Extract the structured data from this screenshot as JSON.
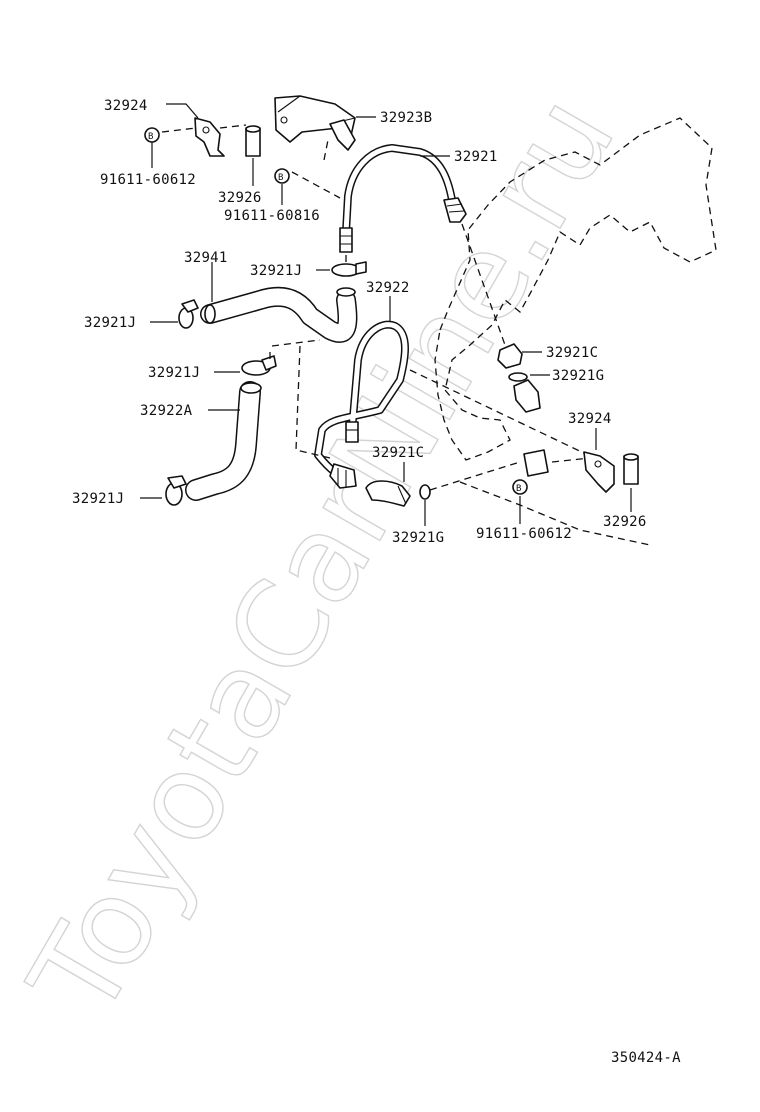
{
  "labels": {
    "p32924_top": "32924",
    "p32923B": "32923B",
    "p91611_60612_top": "91611-60612",
    "p32926_top": "32926",
    "p91611_60816": "91611-60816",
    "p32921": "32921",
    "p32941": "32941",
    "p32921J_a": "32921J",
    "p32921J_b": "32921J",
    "p32922": "32922",
    "p32921J_c": "32921J",
    "p32922A": "32922A",
    "p32921J_d": "32921J",
    "p32921C_right": "32921C",
    "p32921G_right": "32921G",
    "p32924_bottom": "32924",
    "p32921C_mid": "32921C",
    "p32921G_mid": "32921G",
    "p91611_60612_bottom": "91611-60612",
    "p32926_bottom": "32926"
  },
  "bolt_marker": "B",
  "diagram_id": "350424-A",
  "watermark": "ToyotaCarNine.ru"
}
